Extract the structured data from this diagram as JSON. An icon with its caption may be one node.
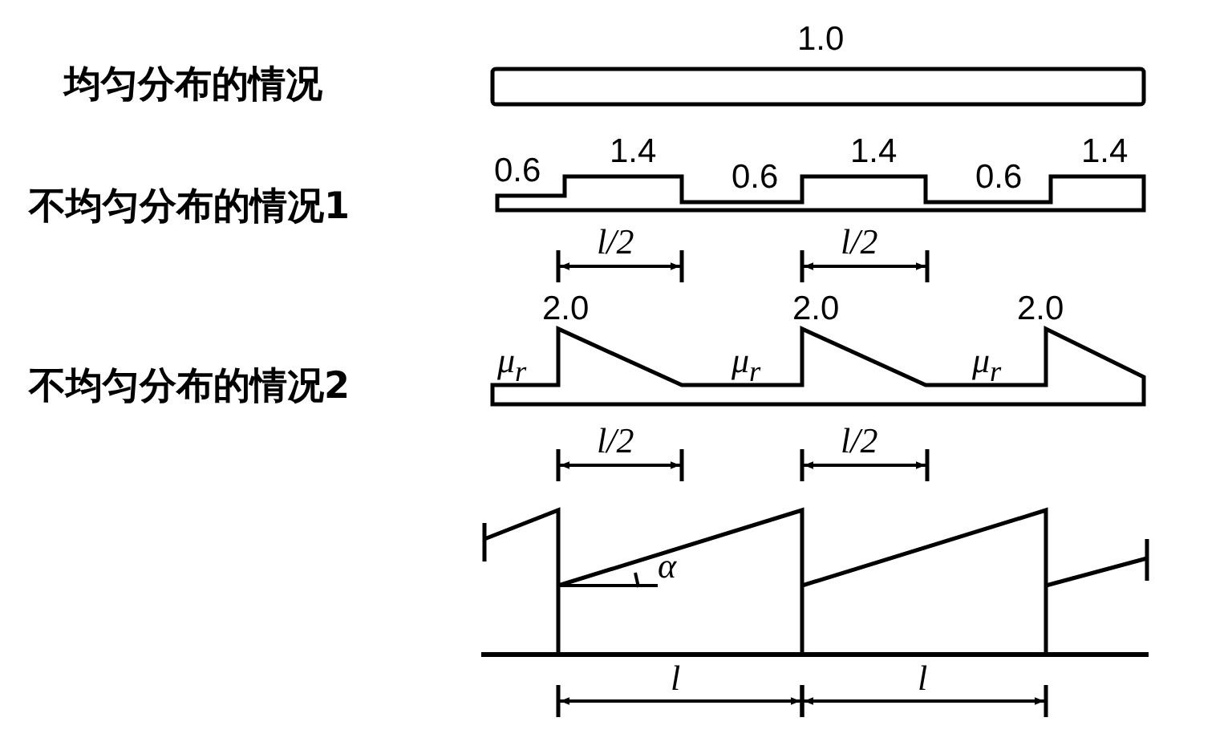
{
  "diagram": {
    "labels": [
      "1.0",
      "均匀分布的情况",
      "0.6",
      "1.4",
      "0.6",
      "1.4",
      "0.6",
      "1.4",
      "不均匀分布的情况1",
      "l/2",
      "l/2",
      "2.0",
      "2.0",
      "2.0",
      "μ$_{r}$",
      "不均匀分布的情况2",
      "μ$_{r}$",
      "μ$_{r}$",
      "l/2",
      "l/2",
      "α",
      "l",
      "l"
    ]
  }
}
